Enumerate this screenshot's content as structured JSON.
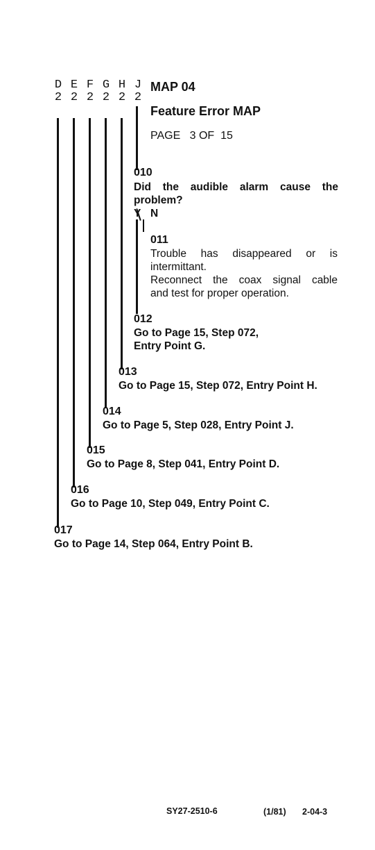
{
  "header": {
    "entry_points": [
      {
        "letter": "D",
        "num": "2"
      },
      {
        "letter": "E",
        "num": "2"
      },
      {
        "letter": "F",
        "num": "2"
      },
      {
        "letter": "G",
        "num": "2"
      },
      {
        "letter": "H",
        "num": "2"
      },
      {
        "letter": "J",
        "num": "2"
      }
    ],
    "map_id": "MAP 04",
    "map_title": "Feature Error MAP",
    "page_label": "PAGE",
    "page_num": "3",
    "page_of": "OF",
    "page_total": "15"
  },
  "steps": {
    "s010": {
      "num": "010",
      "line1": "Did the audible alarm cause the",
      "line2": "problem?"
    },
    "yes": "Y",
    "no": "N",
    "s011": {
      "num": "011",
      "line1": "Trouble has disappeared or is",
      "line2": "intermittant.",
      "line3": "Reconnect the coax signal cable",
      "line4": "and test for proper operation."
    },
    "s012": {
      "num": "012",
      "line1": "Go to Page 15, Step 072,",
      "line2": "Entry Point G."
    },
    "s013": {
      "num": "013",
      "text": "Go to Page 15, Step 072, Entry Point H."
    },
    "s014": {
      "num": "014",
      "text": "Go to Page 5, Step 028, Entry Point J."
    },
    "s015": {
      "num": "015",
      "text": "Go to Page 8, Step 041, Entry Point D."
    },
    "s016": {
      "num": "016",
      "text": "Go to Page 10, Step 049, Entry Point C."
    },
    "s017": {
      "num": "017",
      "text": "Go to Page 14, Step 064, Entry Point B."
    }
  },
  "footer": {
    "doc_number": "SY27-2510-6",
    "date": "(1/81)",
    "page_ref": "2-04-3"
  }
}
